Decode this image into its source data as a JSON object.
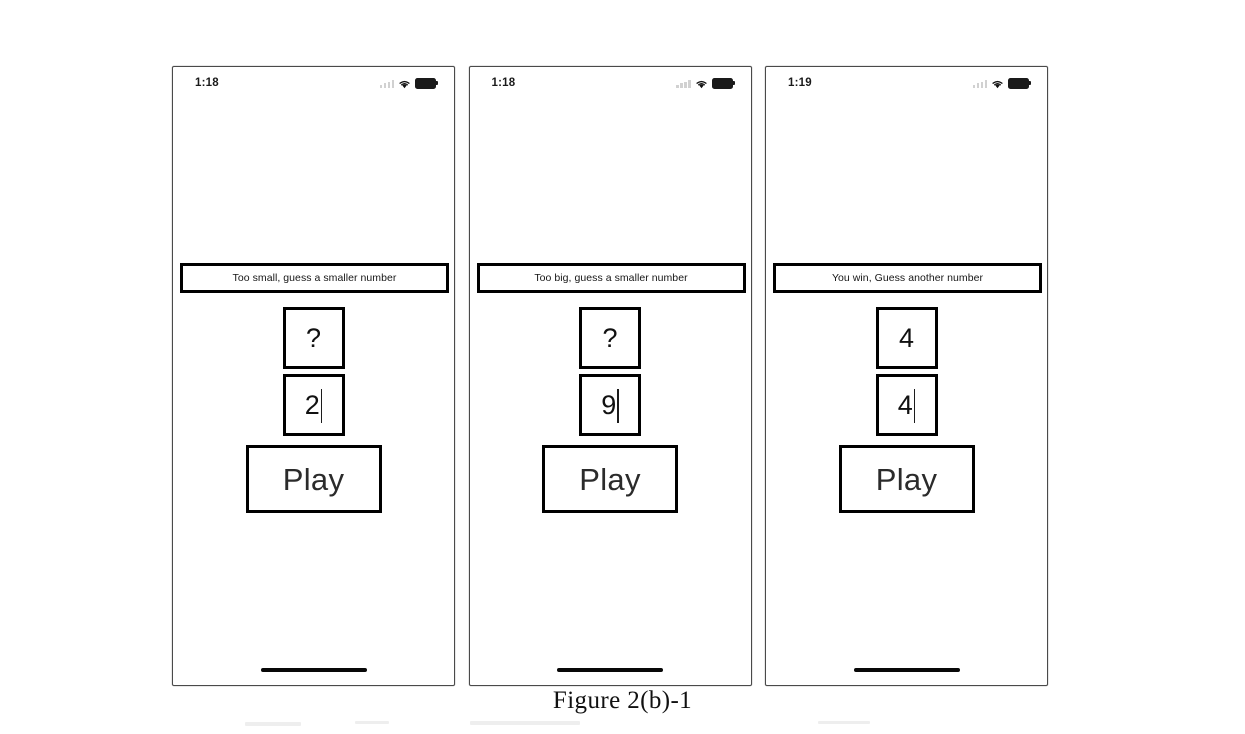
{
  "figure": {
    "caption": "Figure 2(b)-1"
  },
  "phones": [
    {
      "name": "screen-too-small",
      "status_bar": {
        "time": "1:18",
        "wifi_icon": "wifi-icon",
        "battery_icon": "battery-full-icon",
        "signal_icon": "cellular-signal-icon"
      },
      "message": "Too small, guess a smaller number",
      "target_value": "?",
      "guess_value": "2",
      "guess_has_caret": true,
      "play_label": "Play"
    },
    {
      "name": "screen-too-big",
      "status_bar": {
        "time": "1:18",
        "wifi_icon": "wifi-icon",
        "battery_icon": "battery-full-icon",
        "signal_icon": "cellular-signal-icon"
      },
      "message": "Too big, guess a smaller number",
      "target_value": "?",
      "guess_value": "9",
      "guess_has_caret": true,
      "play_label": "Play"
    },
    {
      "name": "screen-you-win",
      "status_bar": {
        "time": "1:19",
        "wifi_icon": "wifi-icon",
        "battery_icon": "battery-full-icon",
        "signal_icon": "cellular-signal-icon"
      },
      "message": "You win, Guess another number",
      "target_value": "4",
      "guess_value": "4",
      "guess_has_caret": true,
      "play_label": "Play"
    }
  ],
  "colors": {
    "page_background": "#ffffff",
    "border_black": "#000000",
    "phone_frame": "#4a4a4a",
    "text": "#111111"
  }
}
